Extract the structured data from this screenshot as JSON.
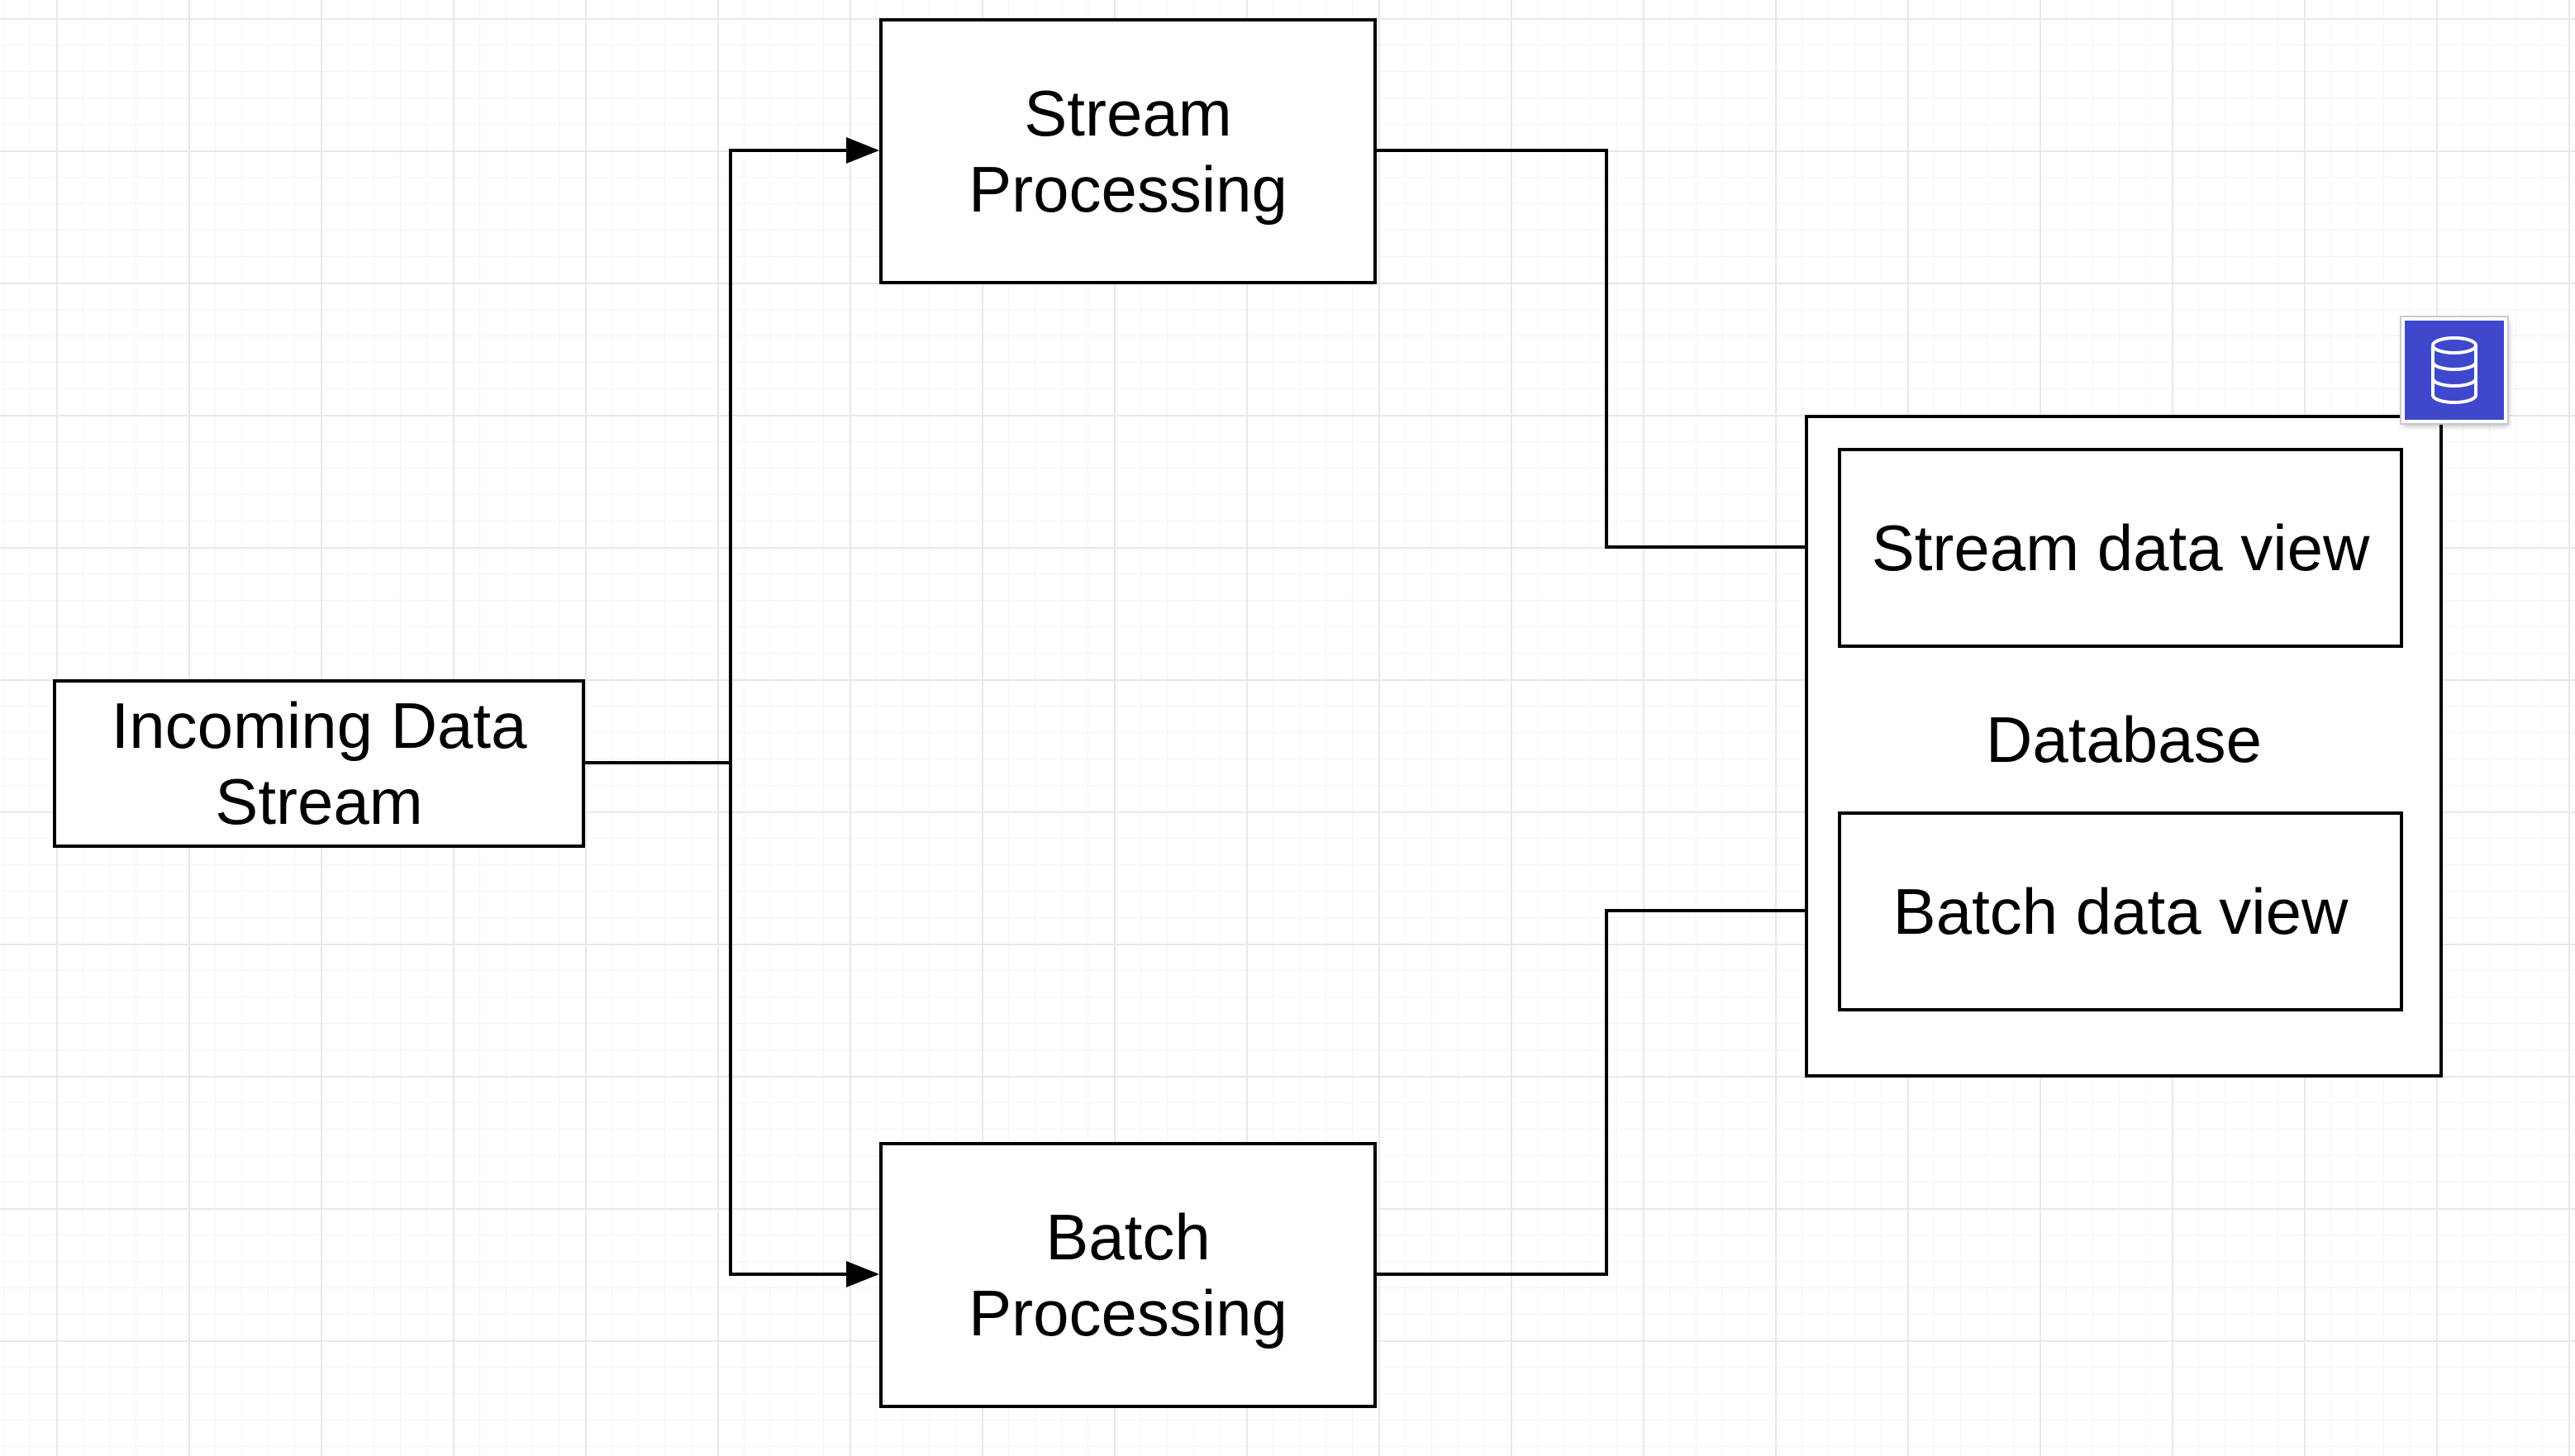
{
  "nodes": {
    "incoming": "Incoming Data\nStream",
    "stream_processing": "Stream\nProcessing",
    "batch_processing": "Batch\nProcessing",
    "stream_view": "Stream data view",
    "batch_view": "Batch data view",
    "database": "Database"
  },
  "edges": [
    {
      "from": "incoming",
      "to": "stream_processing"
    },
    {
      "from": "incoming",
      "to": "batch_processing"
    },
    {
      "from": "stream_processing",
      "to": "stream_view"
    },
    {
      "from": "batch_processing",
      "to": "batch_view"
    }
  ],
  "icons": {
    "database_badge": "database-icon"
  },
  "colors": {
    "stroke": "#000000",
    "background": "#ffffff",
    "grid": "#e8e8e8",
    "badge": "#3f48cc"
  }
}
